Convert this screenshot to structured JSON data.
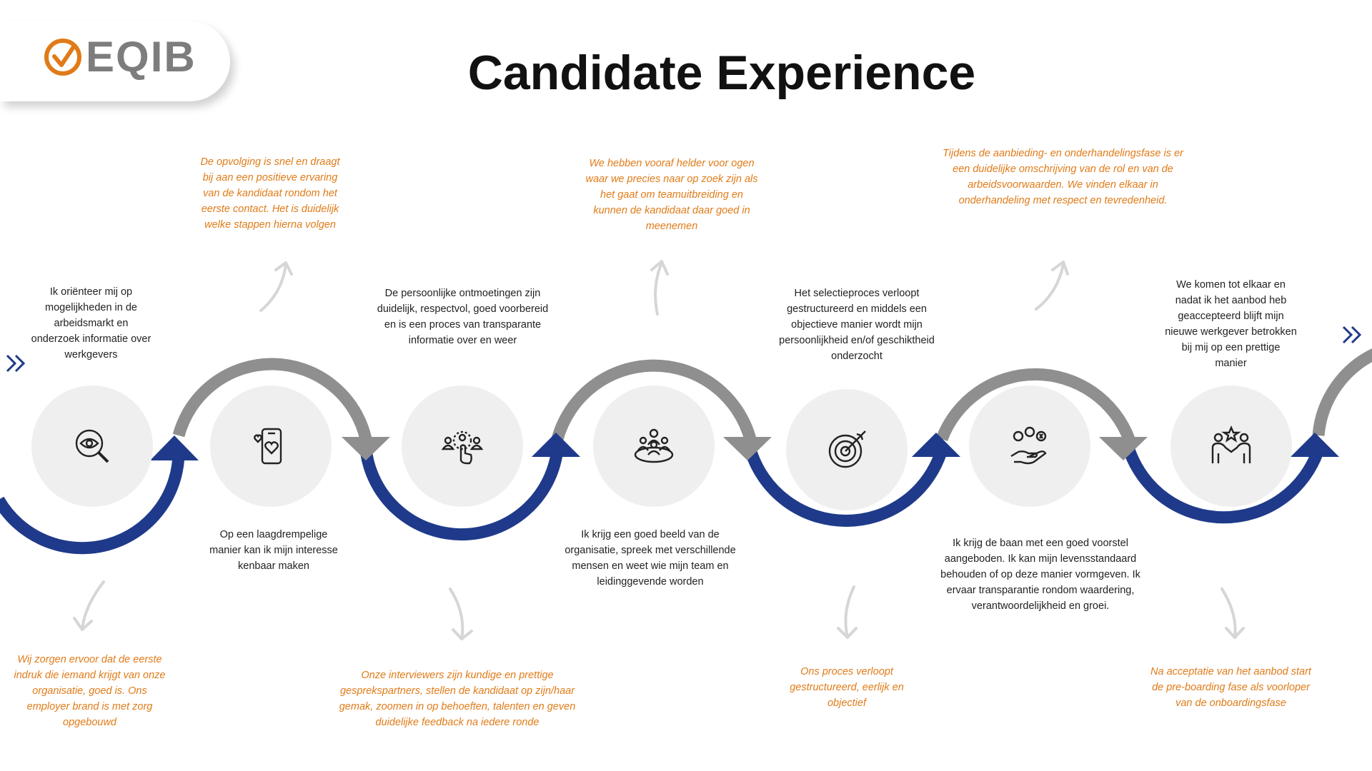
{
  "logo": {
    "text": "EQIB"
  },
  "title": "Candidate Experience",
  "colors": {
    "accent": "#e07b18",
    "navy": "#1f3a8a",
    "gray": "#8f8f8f",
    "circle": "#efefef"
  },
  "steps": [
    {
      "icon": "eye-search-icon",
      "text": "Ik oriënteer mij op mogelijkheden in de arbeidsmarkt en onderzoek informatie over werkgevers",
      "note": "Wij zorgen ervoor dat de eerste indruk die iemand krijgt van onze organisatie, goed is. Ons employer brand is met zorg opgebouwd"
    },
    {
      "icon": "phone-hearts-icon",
      "text": "Op een laagdrempelige manier kan ik mijn interesse kenbaar maken",
      "note": "De opvolging is snel en draagt bij aan een positieve ervaring van de kandidaat rondom het eerste contact. Het is duidelijk welke stappen hierna volgen"
    },
    {
      "icon": "people-select-icon",
      "text": "De persoonlijke ontmoetingen zijn duidelijk, respectvol, goed voorbereid en is een proces van transparante informatie over en weer",
      "note": "Onze interviewers zijn kundige en prettige gesprekspartners, stellen de kandidaat op zijn/haar gemak, zoomen in op behoeften, talenten en geven duidelijke feedback na iedere ronde"
    },
    {
      "icon": "team-meeting-icon",
      "text": "Ik krijg een goed beeld van de organisatie, spreek met verschillende mensen en weet wie mijn team en leidinggevende worden",
      "note": "We hebben vooraf helder voor ogen waar we precies naar op zoek zijn als het gaat om teamuitbreiding en kunnen de kandidaat daar goed in meenemen"
    },
    {
      "icon": "target-icon",
      "text": "Het selectieproces verloopt gestructureerd en middels een objectieve manier wordt mijn persoonlijkheid en/of geschiktheid onderzocht",
      "note": "Ons proces verloopt gestructureerd, eerlijk en objectief"
    },
    {
      "icon": "hand-offer-icon",
      "text": "Ik krijg de baan met een goed voorstel aangeboden. Ik kan mijn levensstandaard behouden of op deze manier vormgeven. Ik ervaar transparantie rondom waardering, verantwoordelijkheid en groei.",
      "note": "Tijdens de aanbieding- en onderhandelingsfase is er een duidelijke omschrijving van de rol en van de arbeidsvoorwaarden. We vinden elkaar in onderhandeling met respect en tevredenheid."
    },
    {
      "icon": "handshake-star-icon",
      "text": "We komen tot elkaar en nadat ik het aanbod heb geaccepteerd blijft mijn nieuwe werkgever betrokken bij mij op een prettige manier",
      "note": "Na acceptatie van het aanbod start de pre-boarding fase als voorloper van de onboardingsfase"
    }
  ]
}
